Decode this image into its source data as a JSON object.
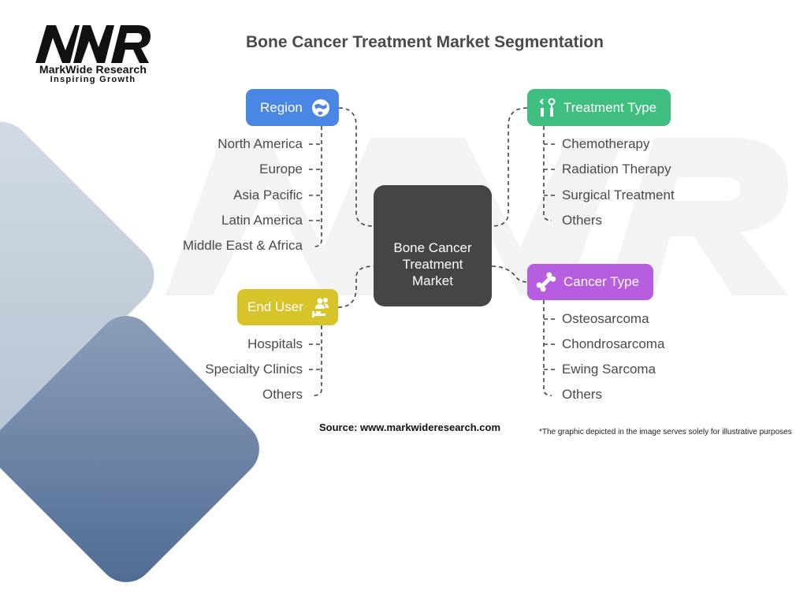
{
  "logo": {
    "mark": "MWR",
    "name": "MarkWide Research",
    "tagline": "Inspiring Growth"
  },
  "title": "Bone Cancer Treatment Market Segmentation",
  "center": {
    "lines": [
      "Bone Cancer",
      "Treatment",
      "Market"
    ]
  },
  "segments": {
    "region": {
      "label": "Region",
      "icon": "globe-icon",
      "color": "#4a86e4",
      "items": [
        "North America",
        "Europe",
        "Asia Pacific",
        "Latin America",
        "Middle East & Africa"
      ]
    },
    "treatment_type": {
      "label": "Treatment Type",
      "icon": "medical-tools-icon",
      "color": "#3fbf7f",
      "items": [
        "Chemotherapy",
        "Radiation Therapy",
        "Surgical Treatment",
        "Others"
      ]
    },
    "end_user": {
      "label": "End User",
      "icon": "patients-bed-icon",
      "color": "#d7c32a",
      "items": [
        "Hospitals",
        "Specialty Clinics",
        "Others"
      ]
    },
    "cancer_type": {
      "label": "Cancer Type",
      "icon": "bone-icon",
      "color": "#b65de0",
      "items": [
        "Osteosarcoma",
        "Chondrosarcoma",
        "Ewing Sarcoma",
        "Others"
      ]
    }
  },
  "footer": {
    "source": "Source: www.markwideresearch.com",
    "disclaimer": "*The graphic depicted in the image serves solely for illustrative purposes"
  }
}
